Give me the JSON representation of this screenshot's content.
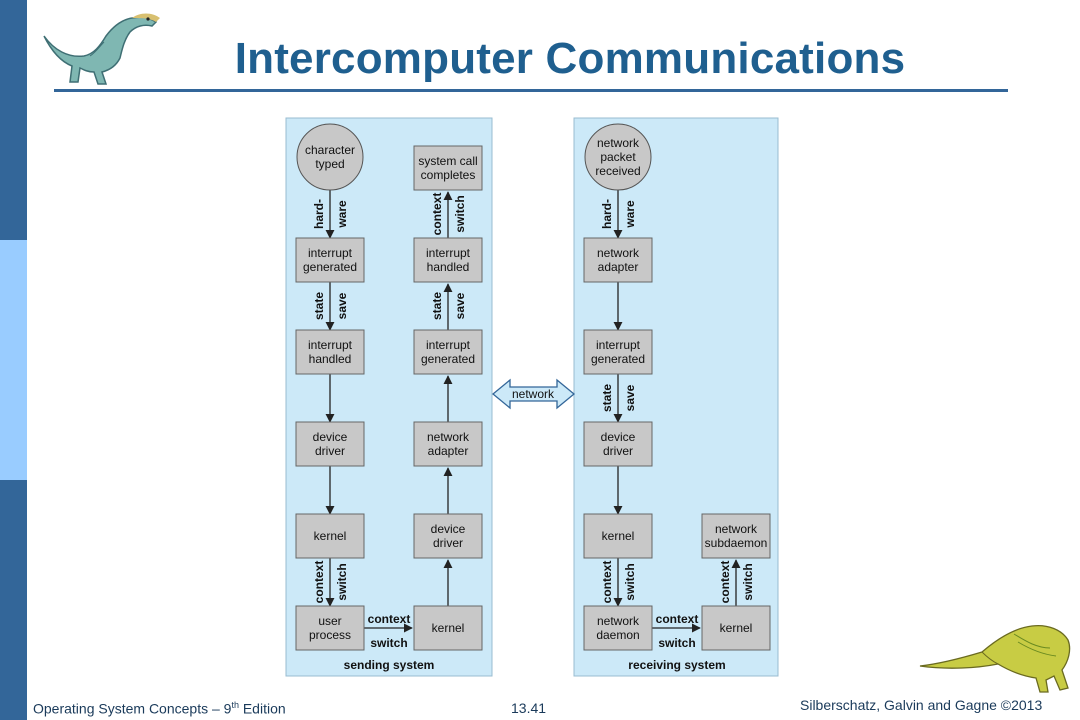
{
  "slide": {
    "title": "Intercomputer Communications",
    "footer_left_main": "Operating System Concepts – 9",
    "footer_left_sup": "th",
    "footer_left_tail": " Edition",
    "footer_center": "13.41",
    "footer_right": "Silberschatz, Galvin and Gagne ©2013"
  },
  "colors": {
    "panel": "#cce9f8",
    "box": "#c8c8c8",
    "accent": "#336699",
    "title": "#1f5f8f"
  },
  "diagram": {
    "sending_label": "sending system",
    "receiving_label": "receiving system",
    "network_label": "network",
    "nodes": {
      "s_char": [
        "character",
        "typed"
      ],
      "s_int_gen": [
        "interrupt",
        "generated"
      ],
      "s_int_han": [
        "interrupt",
        "handled"
      ],
      "s_dev": [
        "device",
        "driver"
      ],
      "s_kernel": [
        "kernel"
      ],
      "s_user": [
        "user",
        "process"
      ],
      "s_sys": [
        "system call",
        "completes"
      ],
      "s2_int_han": [
        "interrupt",
        "handled"
      ],
      "s2_int_gen": [
        "interrupt",
        "generated"
      ],
      "s2_net": [
        "network",
        "adapter"
      ],
      "s2_dev": [
        "device",
        "driver"
      ],
      "s2_kernel": [
        "kernel"
      ],
      "r_pkt": [
        "network",
        "packet",
        "received"
      ],
      "r_net": [
        "network",
        "adapter"
      ],
      "r_int_gen": [
        "interrupt",
        "generated"
      ],
      "r_dev": [
        "device",
        "driver"
      ],
      "r_kernel": [
        "kernel"
      ],
      "r_daemon": [
        "network",
        "daemon"
      ],
      "r_sub": [
        "network",
        "subdaemon"
      ],
      "r2_kernel": [
        "kernel"
      ]
    },
    "edge_labels": {
      "hard": "hard-",
      "ware": "ware",
      "state": "state",
      "save": "save",
      "context": "context",
      "switch": "switch"
    }
  }
}
